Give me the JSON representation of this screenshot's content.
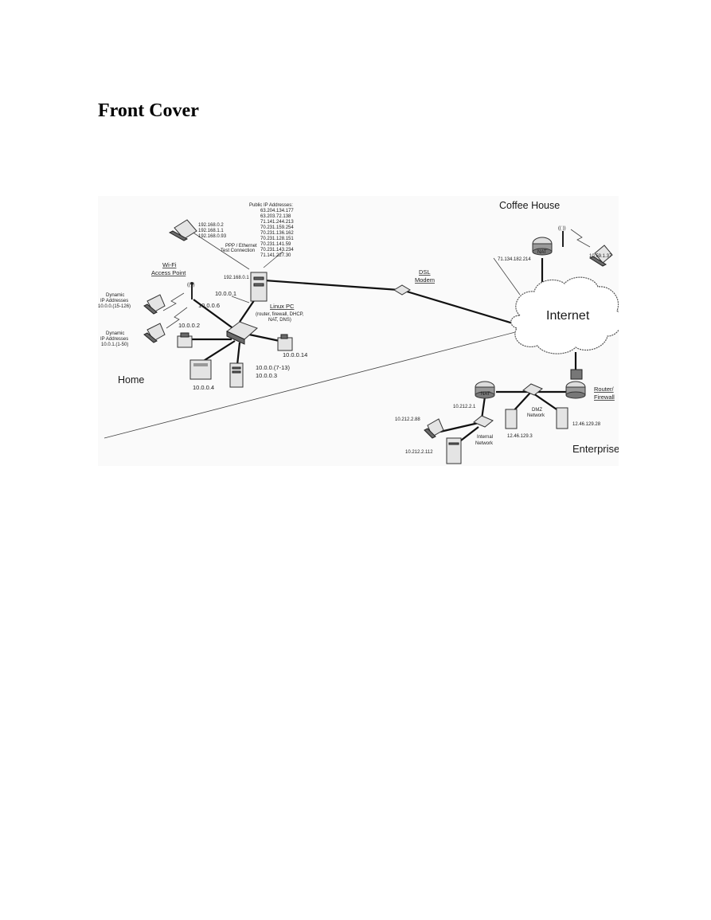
{
  "page": {
    "heading": "Front Cover"
  },
  "diagram": {
    "regions": {
      "home": "Home",
      "coffee_house": "Coffee House",
      "enterprise": "Enterprise",
      "internet": "Internet"
    },
    "public_ip_list": [
      "Public IP Addresses:",
      "63.204.134.177",
      "63.203.72.138",
      "71.141.244.213",
      "70.231.159.254",
      "70.231.136.162",
      "70.231.128.151",
      "70.231.141.59",
      "70.231.143.234",
      "71.141.227.30"
    ],
    "home": {
      "laptop_ips": [
        "192.168.0.2",
        "192.168.1.1",
        "192.168.0.93"
      ],
      "ppp_label": [
        "PPP / Ethernet",
        "Test Connection"
      ],
      "linux_pc_ip": "192.168.0.1",
      "linux_pc_title": "Linux PC",
      "linux_pc_desc": [
        "(router, firewall, DHCP,",
        "NAT, DNS)"
      ],
      "wifi_label": [
        "Wi-Fi",
        "Access Point"
      ],
      "dynamic_1": [
        "Dynamic",
        "IP Addresses",
        "10.0.0.(15-126)"
      ],
      "dynamic_2": [
        "Dynamic",
        "IP Addresses",
        "10.0.1.(1-50)"
      ],
      "ip_switch": "10.0.0.1",
      "ip_ap": "10.0.0.6",
      "ip_printer": "10.0.0.2",
      "ip_printer2": "10.0.0.4",
      "ip_fax": "10.0.0.14",
      "ip_servers": [
        "10.0.0.(7-13)",
        "10.0.0.3"
      ]
    },
    "dsl": [
      "DSL",
      "Modem"
    ],
    "coffee": {
      "nat": "NAT",
      "nat_ip": "71.134.182.214",
      "laptop_ip": "10.59.1.37"
    },
    "enterprise": {
      "router_label": [
        "Router/",
        "Firewall"
      ],
      "nat": "NAT",
      "nat_ip": "10.212.2.1",
      "dmz": [
        "DMZ",
        "Network"
      ],
      "dmz_ip_1": "12.46.129.3",
      "dmz_ip_2": "12.46.129.28",
      "internal": [
        "Internal",
        "Network"
      ],
      "laptop_ip": "10.212.2.88",
      "server_ip": "10.212.2.112"
    }
  }
}
